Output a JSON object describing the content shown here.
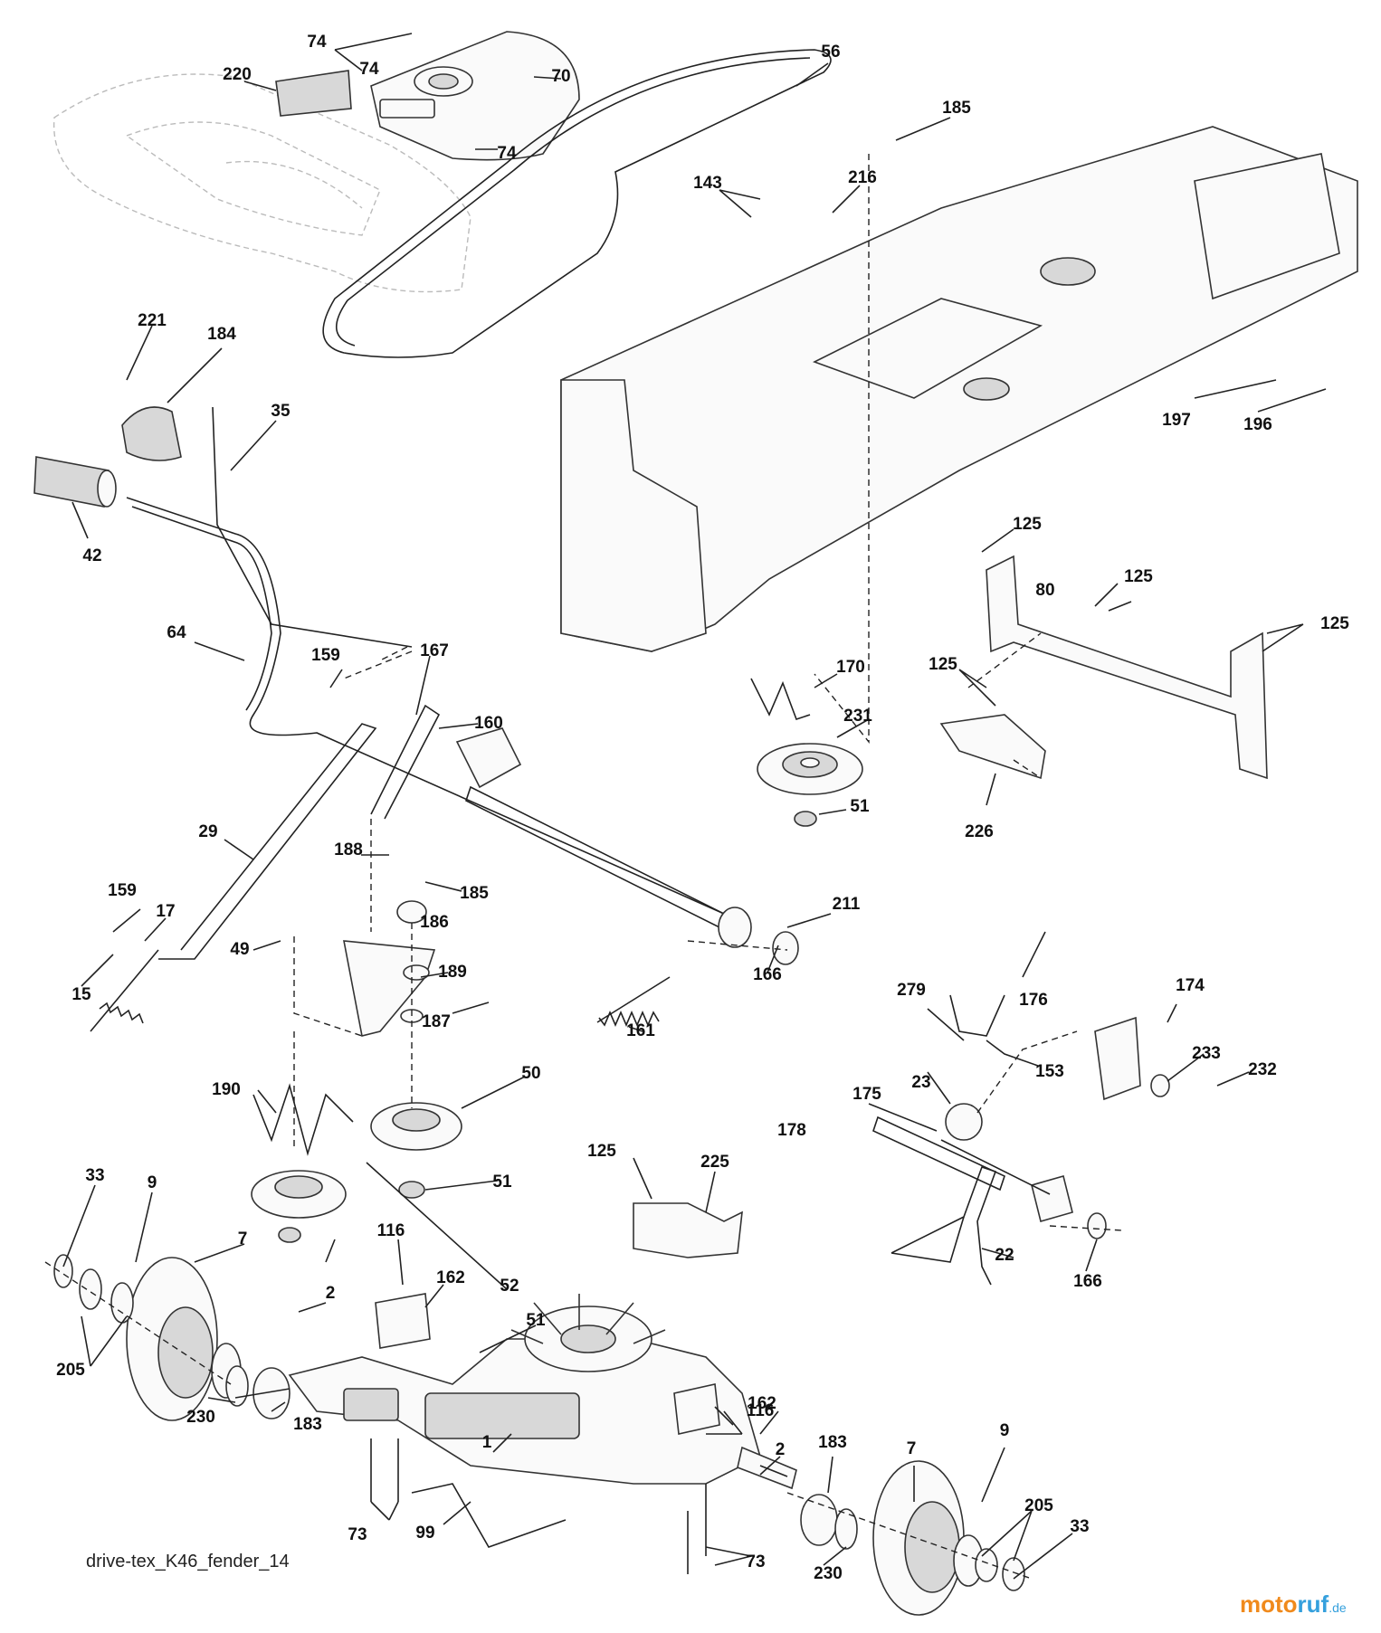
{
  "diagram": {
    "caption": "drive-tex_K46_fender_14",
    "watermark": {
      "part1": "moto",
      "part2": "ruf",
      "suffix": ".de"
    },
    "part_labels": [
      "220",
      "74",
      "74",
      "74",
      "70",
      "56",
      "185",
      "143",
      "216",
      "221",
      "184",
      "35",
      "42",
      "197",
      "196",
      "64",
      "159",
      "167",
      "160",
      "125",
      "125",
      "80",
      "125",
      "125",
      "170",
      "231",
      "29",
      "188",
      "51",
      "226",
      "185",
      "159",
      "17",
      "186",
      "211",
      "49",
      "189",
      "15",
      "187",
      "166",
      "279",
      "176",
      "174",
      "161",
      "23",
      "153",
      "233",
      "232",
      "190",
      "50",
      "175",
      "178",
      "33",
      "9",
      "7",
      "51",
      "125",
      "225",
      "52",
      "51",
      "116",
      "162",
      "166",
      "22",
      "2",
      "205",
      "230",
      "183",
      "116",
      "162",
      "2",
      "183",
      "7",
      "9",
      "205",
      "73",
      "99",
      "73",
      "230",
      "33",
      "1"
    ]
  }
}
